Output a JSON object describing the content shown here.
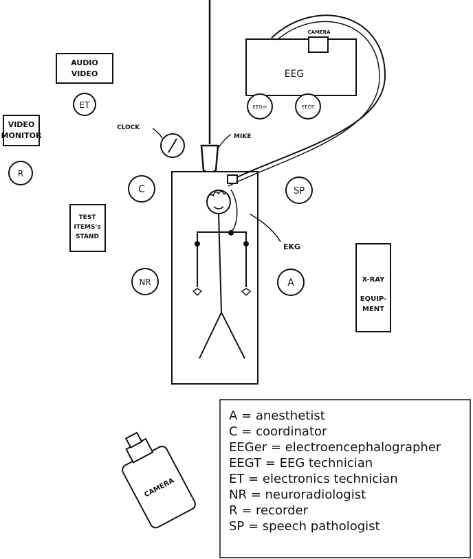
{
  "boxes": {
    "audio_video": [
      "AUDIO",
      "VIDEO"
    ],
    "video_monitor": [
      "VIDEO",
      "MONITOR"
    ],
    "eeg": "EEG",
    "camera_top": "CAMERA",
    "test_items": [
      "TEST",
      "ITEMS's",
      "STAND"
    ],
    "xray": [
      "X-RAY",
      "EQUIP-",
      "MENT"
    ],
    "camera_bottom": "CAMERA"
  },
  "circles": {
    "et": "ET",
    "r": "R",
    "c": "C",
    "sp": "SP",
    "nr": "NR",
    "a": "A",
    "eeger": "EEGer",
    "eegt": "EEGT"
  },
  "labels": {
    "clock": "CLOCK",
    "mike": "MIKE",
    "ekg": "EKG"
  },
  "legend": [
    "A = anesthetist",
    "C = coordinator",
    "EEGer = electroencephalographer",
    "EEGT = EEG technician",
    "ET = electronics technician",
    "NR = neuroradiologist",
    "R = recorder",
    "SP = speech pathologist"
  ]
}
